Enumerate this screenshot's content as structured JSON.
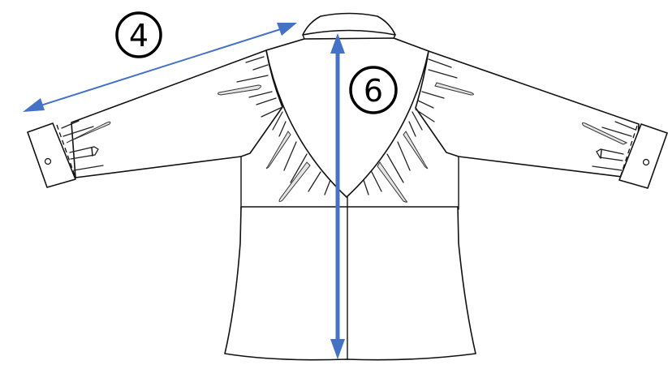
{
  "diagram": {
    "subject": "Shirt back view with measurement arrows",
    "labels": [
      {
        "id": "4",
        "text": "4",
        "meaning": "sleeve length"
      },
      {
        "id": "6",
        "text": "6",
        "meaning": "back length"
      }
    ],
    "arrow_color": "#4472C4",
    "outline_color": "#111111"
  }
}
